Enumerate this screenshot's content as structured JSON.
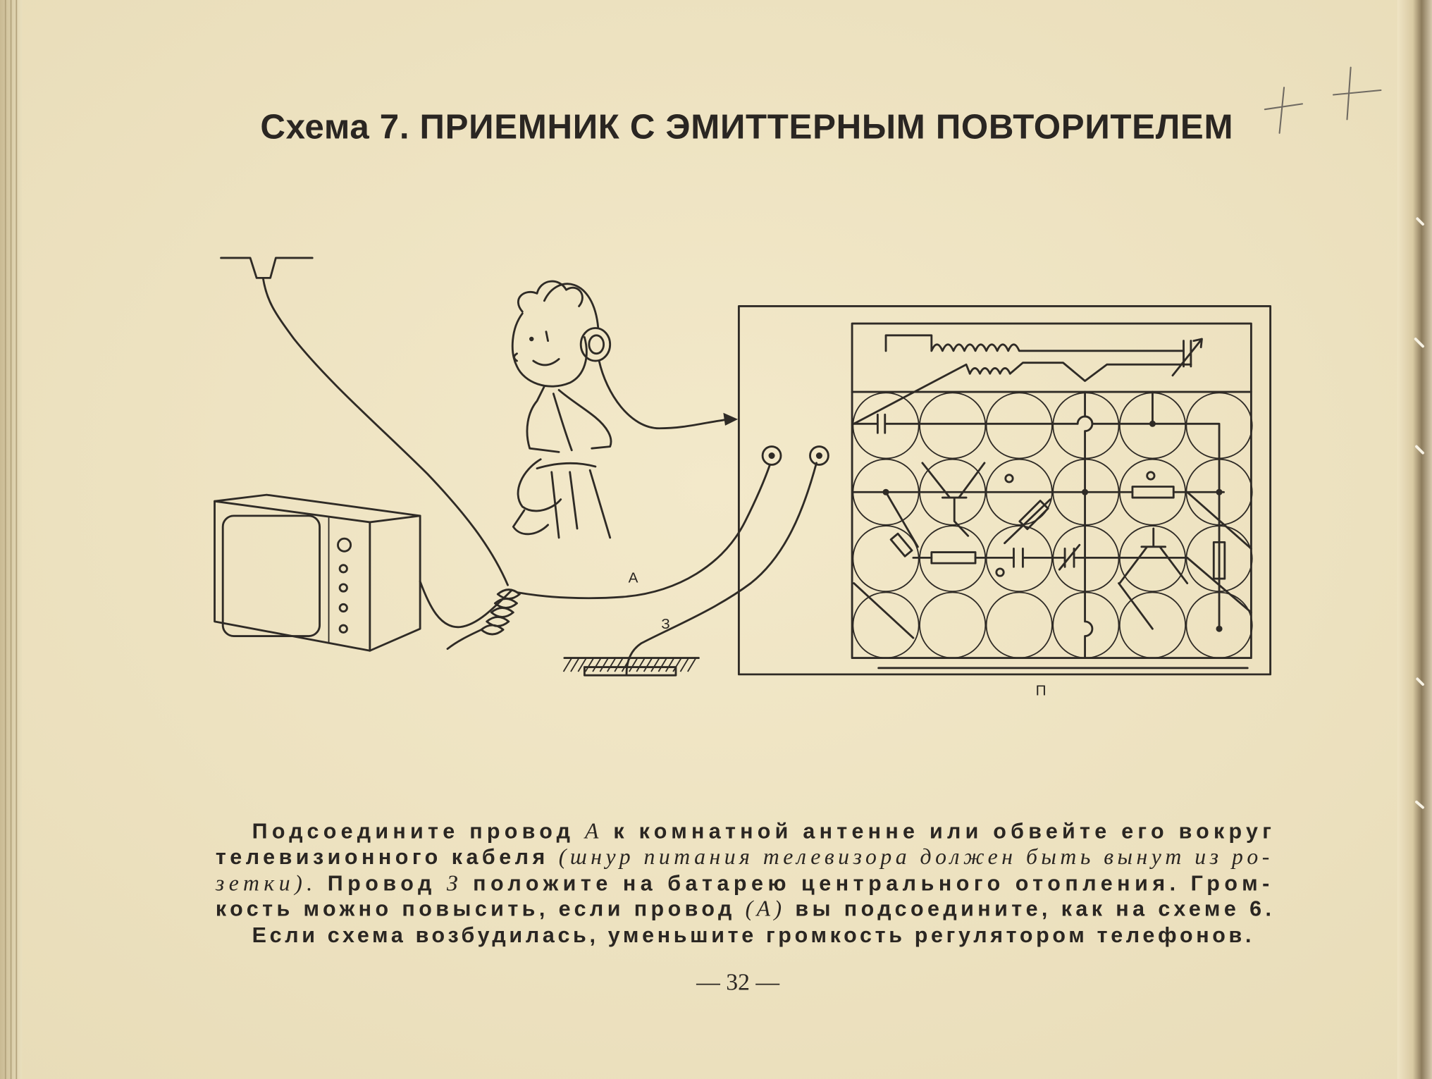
{
  "page": {
    "title": "Схема 7. ПРИЕМНИК С ЭМИТТЕРНЫМ ПОВТОРИТЕЛЕМ",
    "page_number": "— 32 —"
  },
  "diagram": {
    "wire_a_label": "А",
    "wire_z_label": "З",
    "board_label": "П"
  },
  "body": {
    "lines": [
      [
        "Подсоедините провод ",
        "А",
        " к комнатной антенне или обвейте его вокруг"
      ],
      [
        "телевизионного кабеля ",
        "(шнур питания телевизора должен быть вынут из ро-"
      ],
      [
        "зетки).",
        " Провод ",
        "З",
        " положите на батарею центрального отопления. Гром-"
      ],
      [
        "кость можно повысить, если провод ",
        "(А)",
        " вы подсоедините, как на схеме 6."
      ],
      [
        "Если схема возбудилась, уменьшите громкость регулятором телефонов."
      ]
    ]
  },
  "colors": {
    "paper": "#efe4c4",
    "ink": "#2f2b26",
    "pencil": "#6f6a62"
  }
}
